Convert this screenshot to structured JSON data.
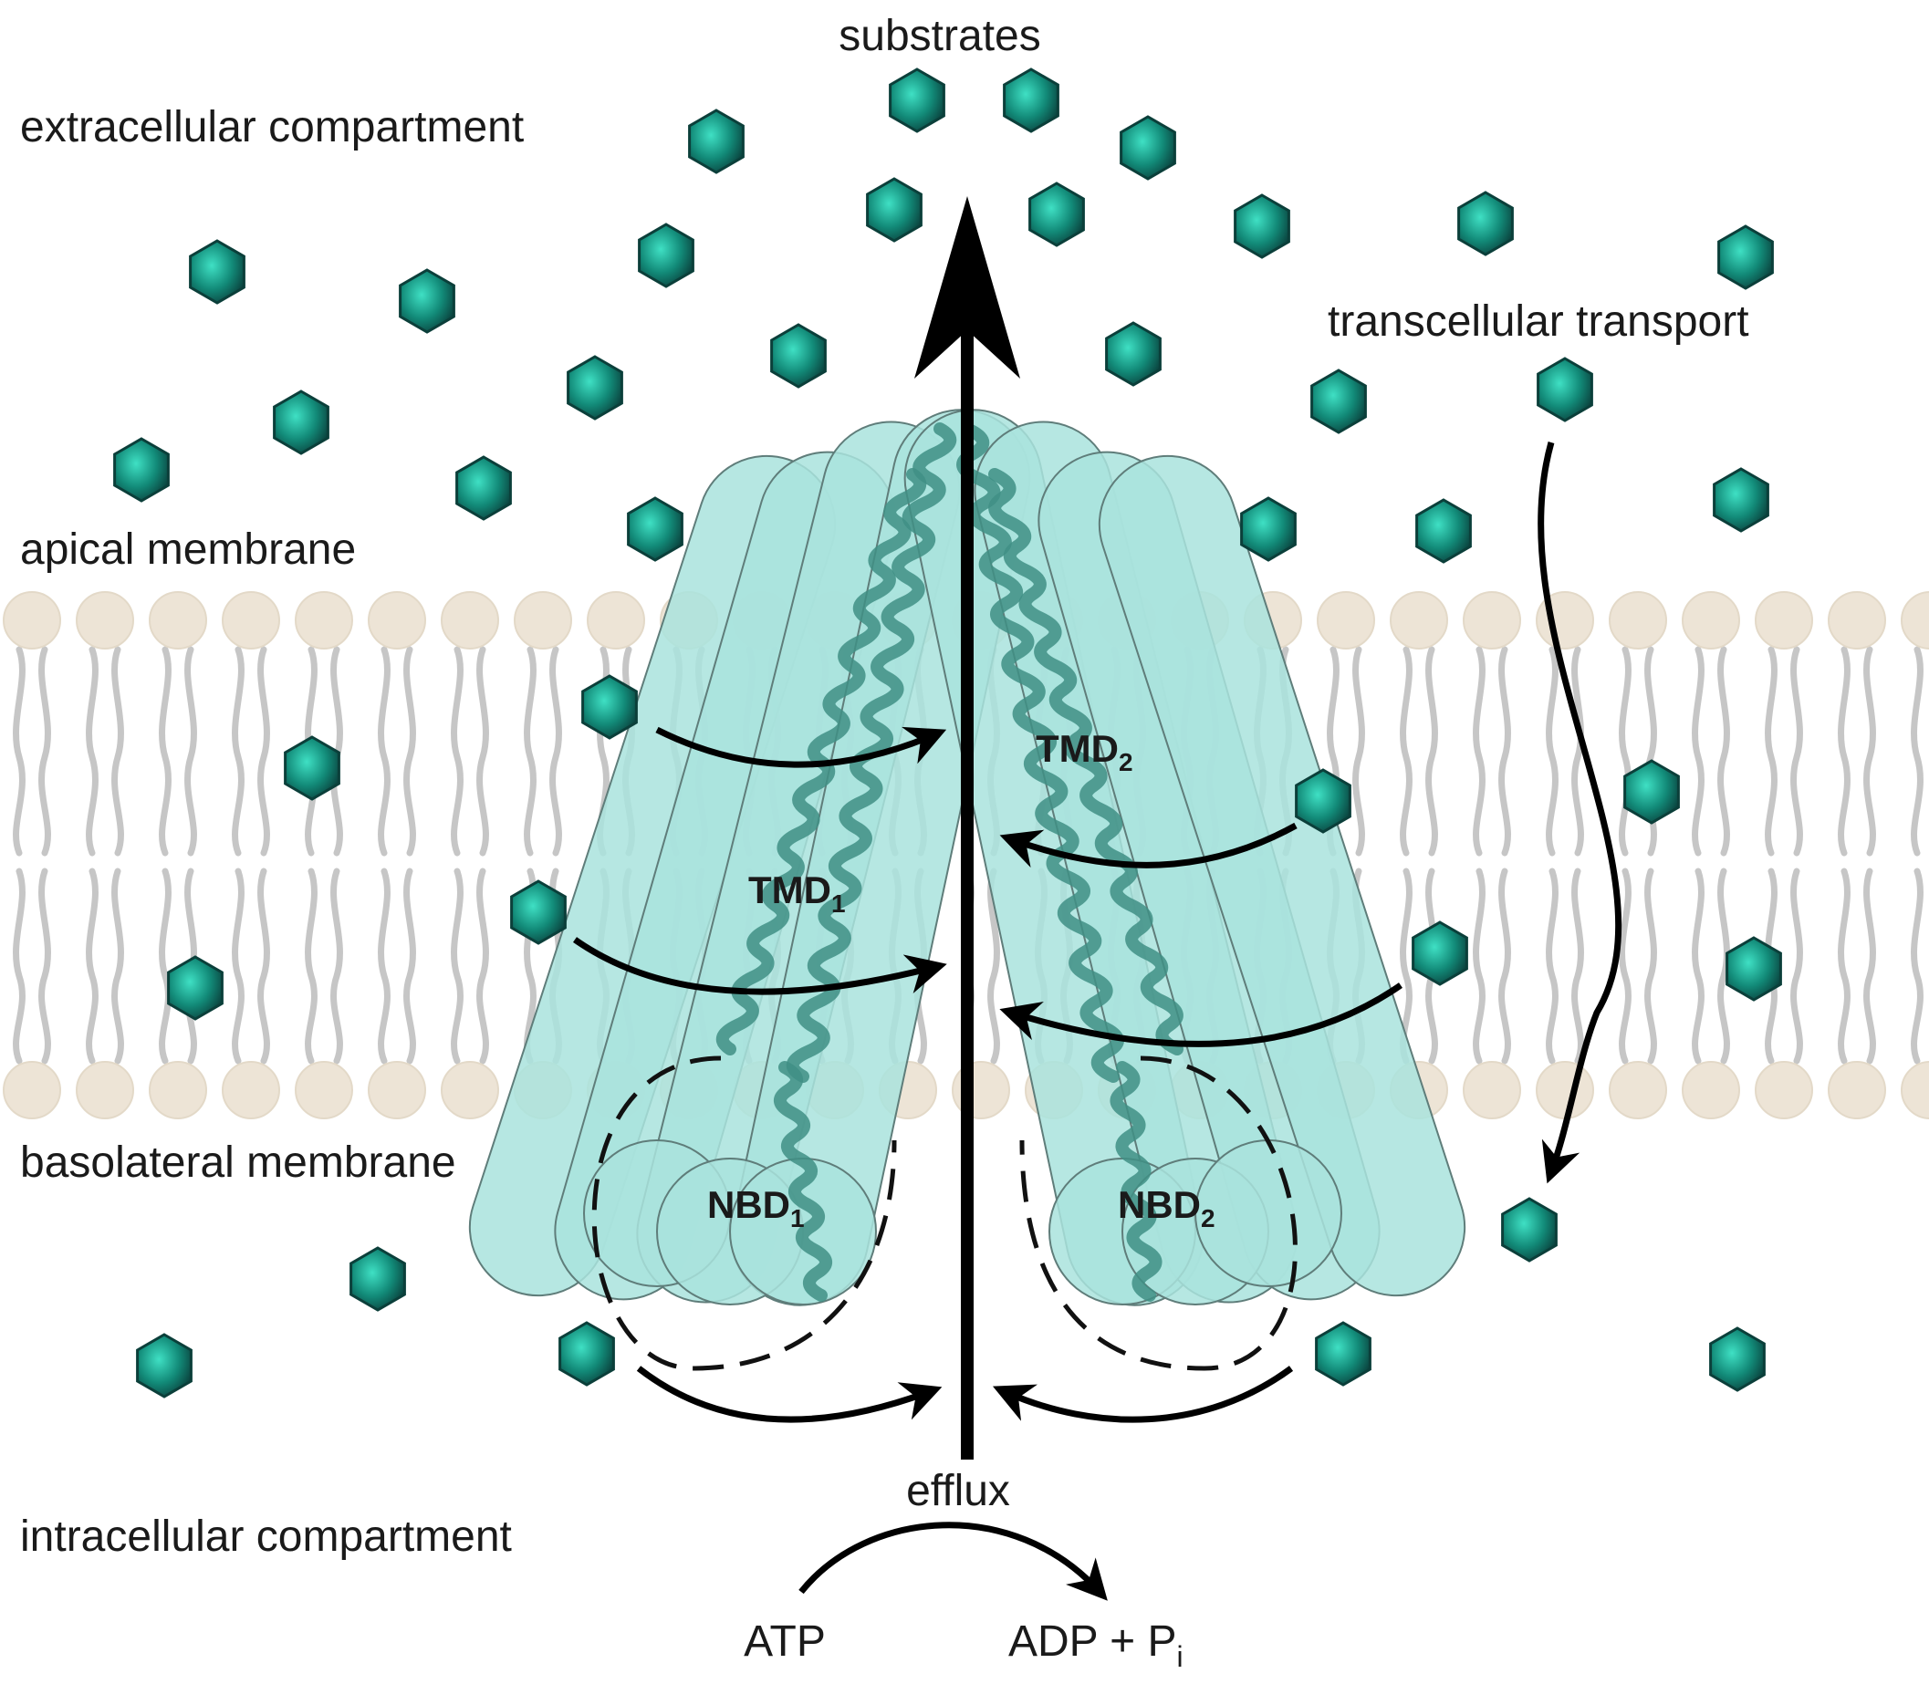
{
  "labels": {
    "substrates": "substrates",
    "extracellular": "extracellular compartment",
    "transcellular": "transcellular transport",
    "apical": "apical membrane",
    "basolateral": "basolateral membrane",
    "intracellular": "intracellular compartment",
    "efflux": "efflux",
    "atp": "ATP",
    "adp": "ADP + P",
    "adp_sub": "i"
  },
  "domains": {
    "tmd1": "TMD",
    "tmd1_sub": "1",
    "tmd2": "TMD",
    "tmd2_sub": "2",
    "nbd1": "NBD",
    "nbd1_sub": "1",
    "nbd2": "NBD",
    "nbd2_sub": "2"
  },
  "colors": {
    "substrate_fill": "#128a78",
    "substrate_edge": "#0b3f3a",
    "protein_fill": "#a9e3dd",
    "protein_dark": "#3f8f85",
    "lipid_head": "#ede4d6",
    "lipid_tail": "#c4c4c4"
  }
}
